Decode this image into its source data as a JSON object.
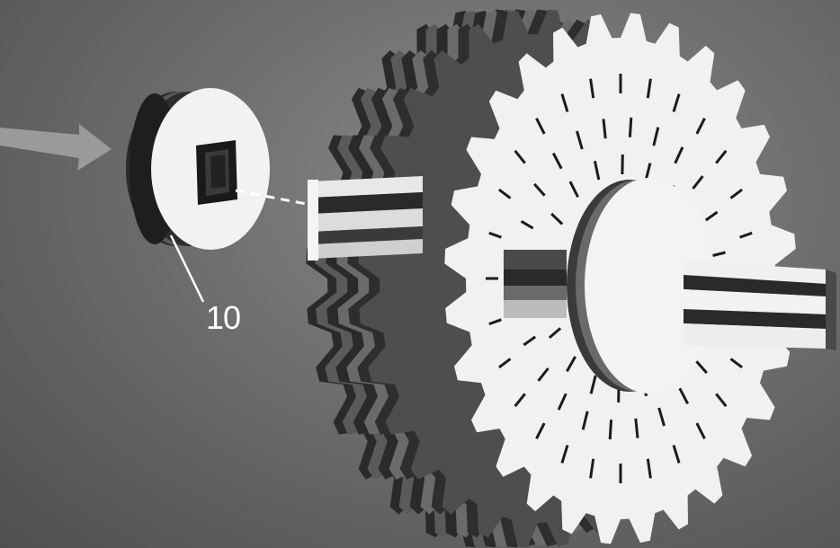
{
  "diagram": {
    "callout_number": "10",
    "parts": [
      {
        "name": "square-hole-washer",
        "number": "10"
      },
      {
        "name": "spur-gear"
      },
      {
        "name": "hub"
      },
      {
        "name": "axle"
      }
    ],
    "colors": {
      "background": "#6e6e6e",
      "part_face": "#f0f0f0",
      "part_edge_dark": "#2a2a2a",
      "part_edge_mid": "#5a5a5a",
      "arrow": "#9a9a9a",
      "leader_line": "#ffffff"
    },
    "icons": [
      "direction-arrow-icon"
    ]
  }
}
